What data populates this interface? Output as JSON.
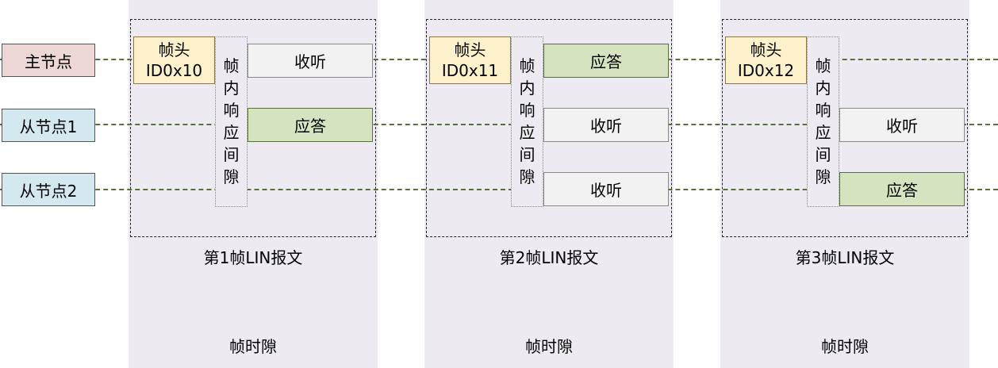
{
  "nodes": [
    {
      "label": "主节点",
      "kind": "master"
    },
    {
      "label": "从节点1",
      "kind": "slave"
    },
    {
      "label": "从节点2",
      "kind": "slave"
    }
  ],
  "frames": [
    {
      "header_line1": "帧头",
      "header_line2": "ID0x10",
      "gap_chars": [
        "帧",
        "内",
        "响",
        "应",
        "间",
        "隙"
      ],
      "responses": [
        {
          "label": "收听",
          "kind": "listen"
        },
        {
          "label": "应答",
          "kind": "answer"
        }
      ],
      "caption": "第1帧LIN报文",
      "slot_caption": "帧时隙"
    },
    {
      "header_line1": "帧头",
      "header_line2": "ID0x11",
      "gap_chars": [
        "帧",
        "内",
        "响",
        "应",
        "间",
        "隙"
      ],
      "responses": [
        {
          "label": "应答",
          "kind": "answer"
        },
        {
          "label": "收听",
          "kind": "listen"
        },
        {
          "label": "收听",
          "kind": "listen"
        }
      ],
      "caption": "第2帧LIN报文",
      "slot_caption": "帧时隙"
    },
    {
      "header_line1": "帧头",
      "header_line2": "ID0x12",
      "gap_chars": [
        "帧",
        "内",
        "响",
        "应",
        "间",
        "隙"
      ],
      "responses": [
        {
          "label": "收听",
          "kind": "listen"
        },
        {
          "label": "应答",
          "kind": "answer"
        }
      ],
      "caption": "第3帧LIN报文",
      "slot_caption": "帧时隙"
    }
  ],
  "colors": {
    "slot_background": "#edeaf2",
    "master_node": "#ecd6d6",
    "slave_node": "#d4e8f0",
    "header": "#fdf1cc",
    "answer": "#d5e3c1",
    "listen": "#f2f2f2",
    "bus_line": "#5a6e3c"
  }
}
